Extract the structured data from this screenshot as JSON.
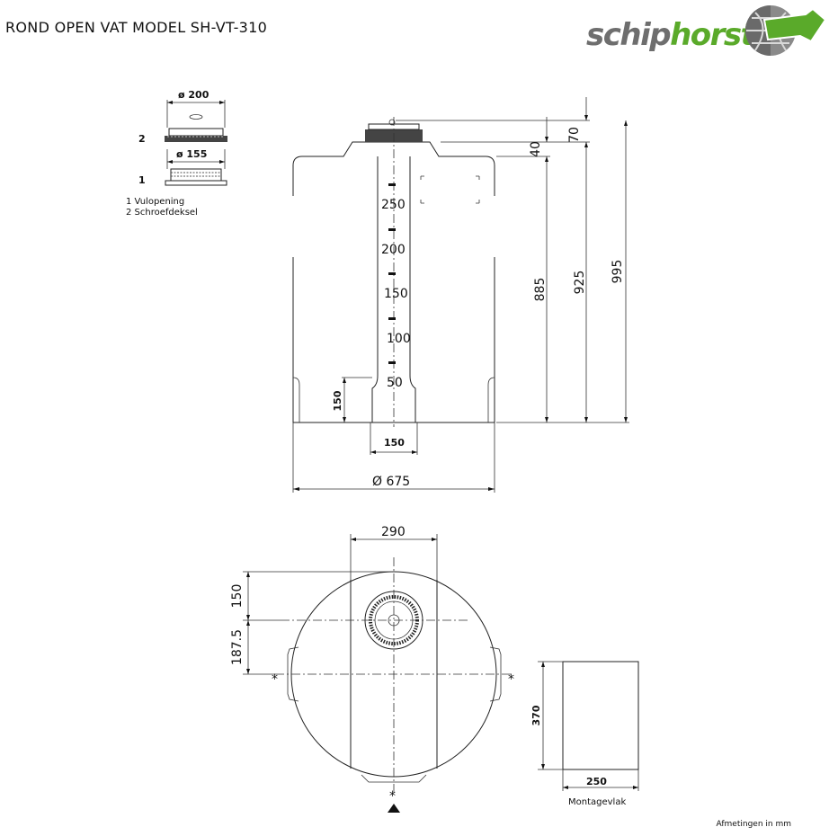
{
  "title": "ROND OPEN VAT MODEL SH-VT-310",
  "logo": {
    "text_plain": "schip",
    "text_accent": "horst",
    "color_text": "#6e6e6e",
    "color_accent": "#5aaa2a"
  },
  "note": "Afmetingen in mm",
  "detail": {
    "lid_diameter": "ø 200",
    "opening_diameter": "ø 155",
    "marker_1": "1",
    "marker_2": "2",
    "legend_1": "1 Vulopening",
    "legend_2": "2 Schroefdeksel"
  },
  "front": {
    "scale": [
      "250",
      "200",
      "150",
      "100",
      "50"
    ],
    "dim_top_70": "70",
    "dim_top_40": "40",
    "dim_885": "885",
    "dim_925": "925",
    "dim_995": "995",
    "dim_base_height": "150",
    "dim_base_width": "150",
    "dim_diameter": "Ø 675"
  },
  "plan": {
    "dim_290": "290",
    "dim_150": "150",
    "dim_187": "187.5",
    "star_left": "*",
    "star_right": "*",
    "star_bottom": "*"
  },
  "mount": {
    "dim_370": "370",
    "dim_250": "250",
    "label": "Montagevlak"
  }
}
